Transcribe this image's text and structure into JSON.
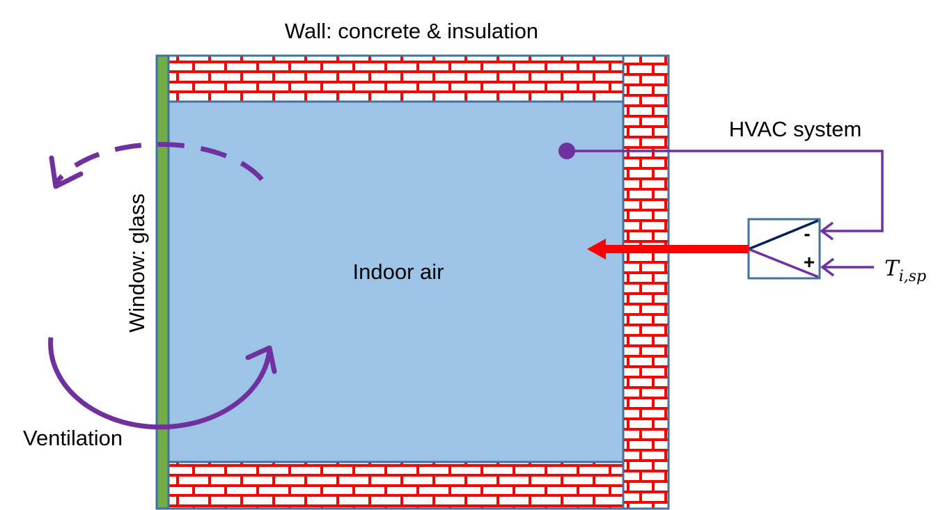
{
  "labels": {
    "wall": "Wall: concrete & insulation",
    "hvac": "HVAC system",
    "indoor_air": "Indoor air",
    "window": "Window: glass",
    "ventilation": "Ventilation",
    "controller_minus": "-",
    "controller_plus": "+",
    "setpoint_main": "T",
    "setpoint_sub": "i,sp"
  },
  "colors": {
    "indoor_air_fill": "#9dc3e6",
    "brick_red": "#ff0000",
    "wall_border": "#41719c",
    "window_glass": "#70ad47",
    "ventilation_purple": "#7030a0",
    "hvac_heat_arrow": "#ff0000",
    "controller_line_dark": "#002060"
  },
  "icons": [
    "brick-wall-pattern",
    "heat-flow-arrow",
    "controller-comparator",
    "sensor-dot"
  ]
}
